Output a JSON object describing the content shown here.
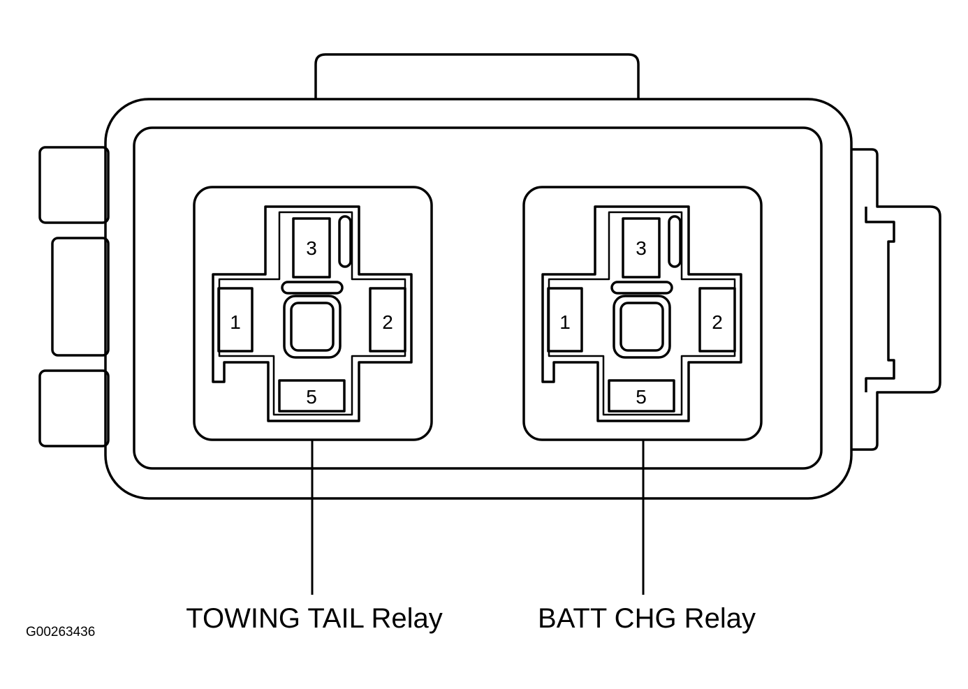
{
  "figure_id": "G00263436",
  "relays": [
    {
      "label": "TOWING TAIL Relay",
      "pins": {
        "top": "3",
        "left": "1",
        "right": "2",
        "bottom": "5"
      }
    },
    {
      "label": "BATT CHG Relay",
      "pins": {
        "top": "3",
        "left": "1",
        "right": "2",
        "bottom": "5"
      }
    }
  ],
  "colors": {
    "line": "#000000",
    "background": "#ffffff"
  }
}
